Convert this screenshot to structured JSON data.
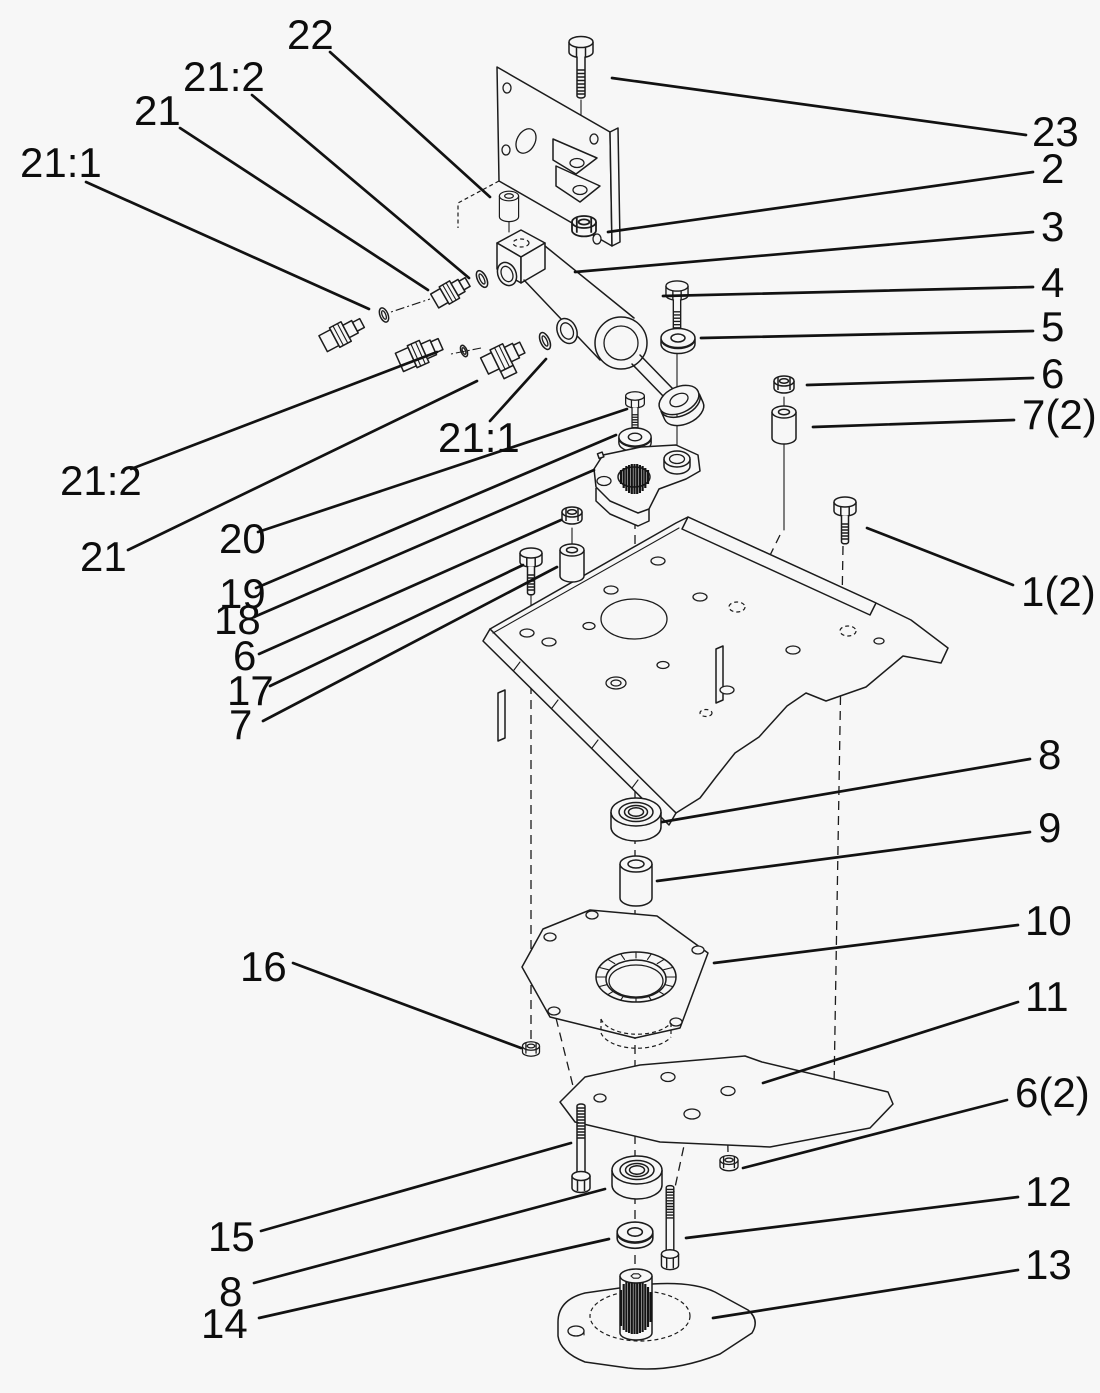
{
  "figure": {
    "type": "exploded-parts-diagram",
    "background": "#f7f7f7",
    "line_color": "#1c1c1c"
  },
  "callouts": [
    {
      "label": "22"
    },
    {
      "label": "21:2"
    },
    {
      "label": "21"
    },
    {
      "label": "21:1"
    },
    {
      "label": "23"
    },
    {
      "label": "2"
    },
    {
      "label": "3"
    },
    {
      "label": "4"
    },
    {
      "label": "5"
    },
    {
      "label": "6"
    },
    {
      "label": "7(2)"
    },
    {
      "label": "1(2)"
    },
    {
      "label": "21:2"
    },
    {
      "label": "21"
    },
    {
      "label": "21:1"
    },
    {
      "label": "20"
    },
    {
      "label": "19"
    },
    {
      "label": "18"
    },
    {
      "label": "6"
    },
    {
      "label": "17"
    },
    {
      "label": "7"
    },
    {
      "label": "8"
    },
    {
      "label": "9"
    },
    {
      "label": "10"
    },
    {
      "label": "11"
    },
    {
      "label": "6(2)"
    },
    {
      "label": "12"
    },
    {
      "label": "13"
    },
    {
      "label": "16"
    },
    {
      "label": "15"
    },
    {
      "label": "8"
    },
    {
      "label": "14"
    }
  ]
}
